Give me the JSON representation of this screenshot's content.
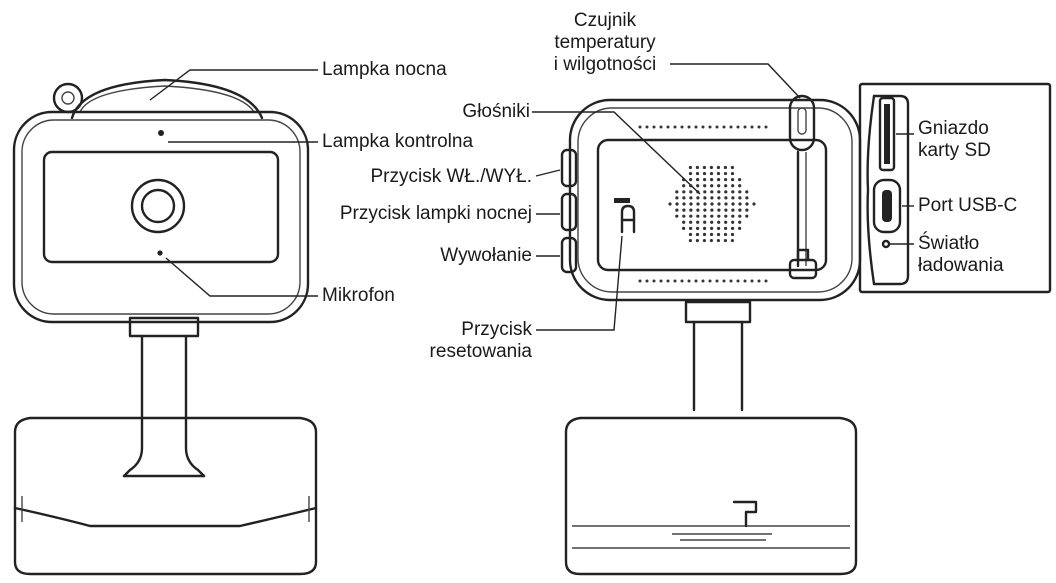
{
  "labels": {
    "night_light": "Lampka nocna",
    "indicator_light": "Lampka kontrolna",
    "power_button": "Przycisk WŁ./WYŁ.",
    "night_light_button": "Przycisk lampki nocnej",
    "call": "Wywołanie",
    "microphone": "Mikrofon",
    "temp_humidity_sensor": "Czujnik\ntemperatury\ni wilgotności",
    "speakers": "Głośniki",
    "reset_button": "Przycisk\nresetowania",
    "sd_slot": "Gniazdo\nkarty SD",
    "usb_port": "Port USB-C",
    "charging_light": "Światło\nładowania"
  }
}
